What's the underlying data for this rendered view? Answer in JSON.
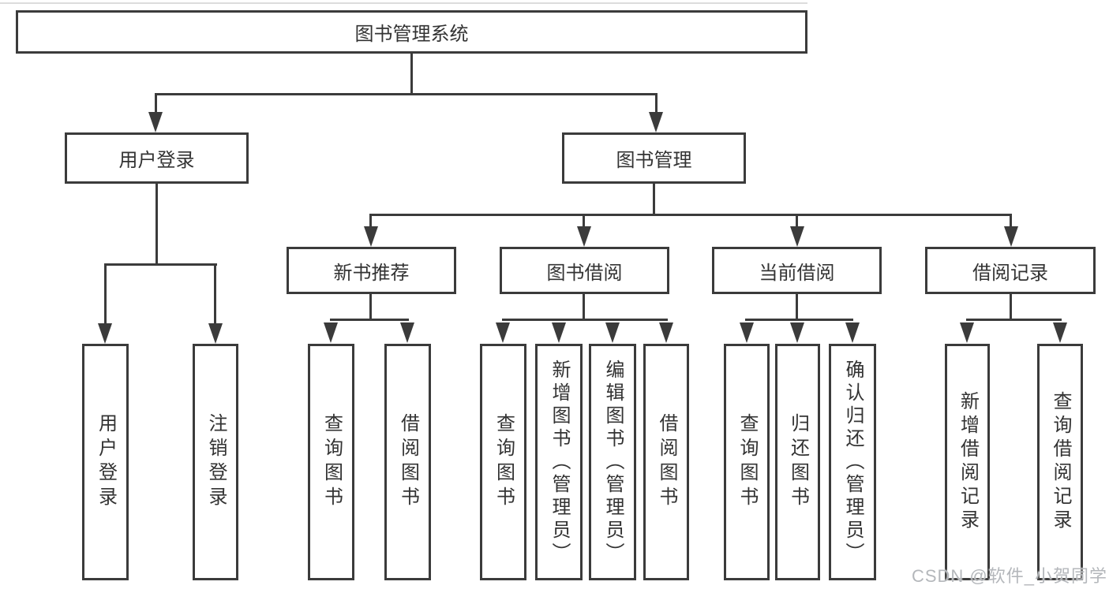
{
  "tree": {
    "root": "图书管理系统",
    "branches": [
      {
        "label": "用户登录",
        "children": [
          "用户登录",
          "注销登录"
        ]
      },
      {
        "label": "图书管理",
        "groups": [
          {
            "label": "新书推荐",
            "children": [
              "查询图书",
              "借阅图书"
            ]
          },
          {
            "label": "图书借阅",
            "children": [
              "查询图书",
              "新增图书（管理员）",
              "编辑图书（管理员）",
              "借阅图书"
            ]
          },
          {
            "label": "当前借阅",
            "children": [
              "查询图书",
              "归还图书",
              "确认归还（管理员）"
            ]
          },
          {
            "label": "借阅记录",
            "children": [
              "新增借阅记录",
              "查询借阅记录"
            ]
          }
        ]
      }
    ]
  },
  "watermark": {
    "text": "CSDN @软件_小贺同学"
  },
  "colors": {
    "line": "#3b3b3b",
    "ink": "#333333",
    "watermark": "#b4b7bb",
    "background": "#ffffff"
  }
}
